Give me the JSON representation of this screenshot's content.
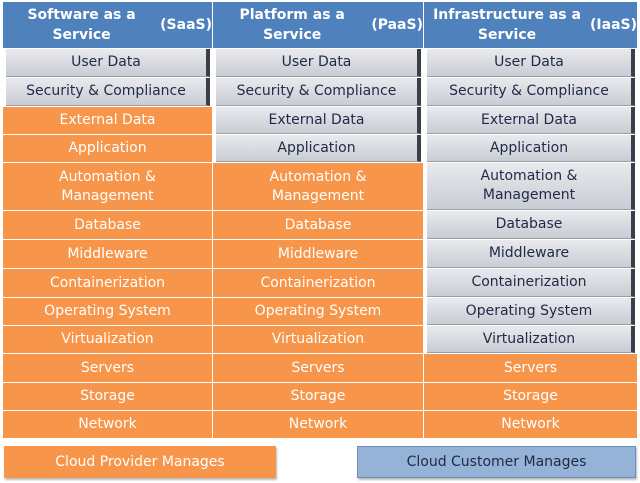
{
  "columns": [
    {
      "title": "Software as a Service",
      "abbr": "(SaaS)",
      "customer_count": 2
    },
    {
      "title": "Platform as a Service",
      "abbr": "(PaaS)",
      "customer_count": 4
    },
    {
      "title": "Infrastructure as a Service",
      "abbr": "(IaaS)",
      "customer_count": 10
    }
  ],
  "layers": [
    "User Data",
    "Security & Compliance",
    "External Data",
    "Application",
    "Automation & Management",
    "Database",
    "Middleware",
    "Containerization",
    "Operating System",
    "Virtualization",
    "Servers",
    "Storage",
    "Network"
  ],
  "legend": {
    "provider": "Cloud Provider Manages",
    "customer": "Cloud Customer Manages"
  },
  "colors": {
    "header": "#4f81bd",
    "provider": "#f7954a",
    "customer": "#c9ccd4",
    "customer_legend": "#95b3d7"
  }
}
